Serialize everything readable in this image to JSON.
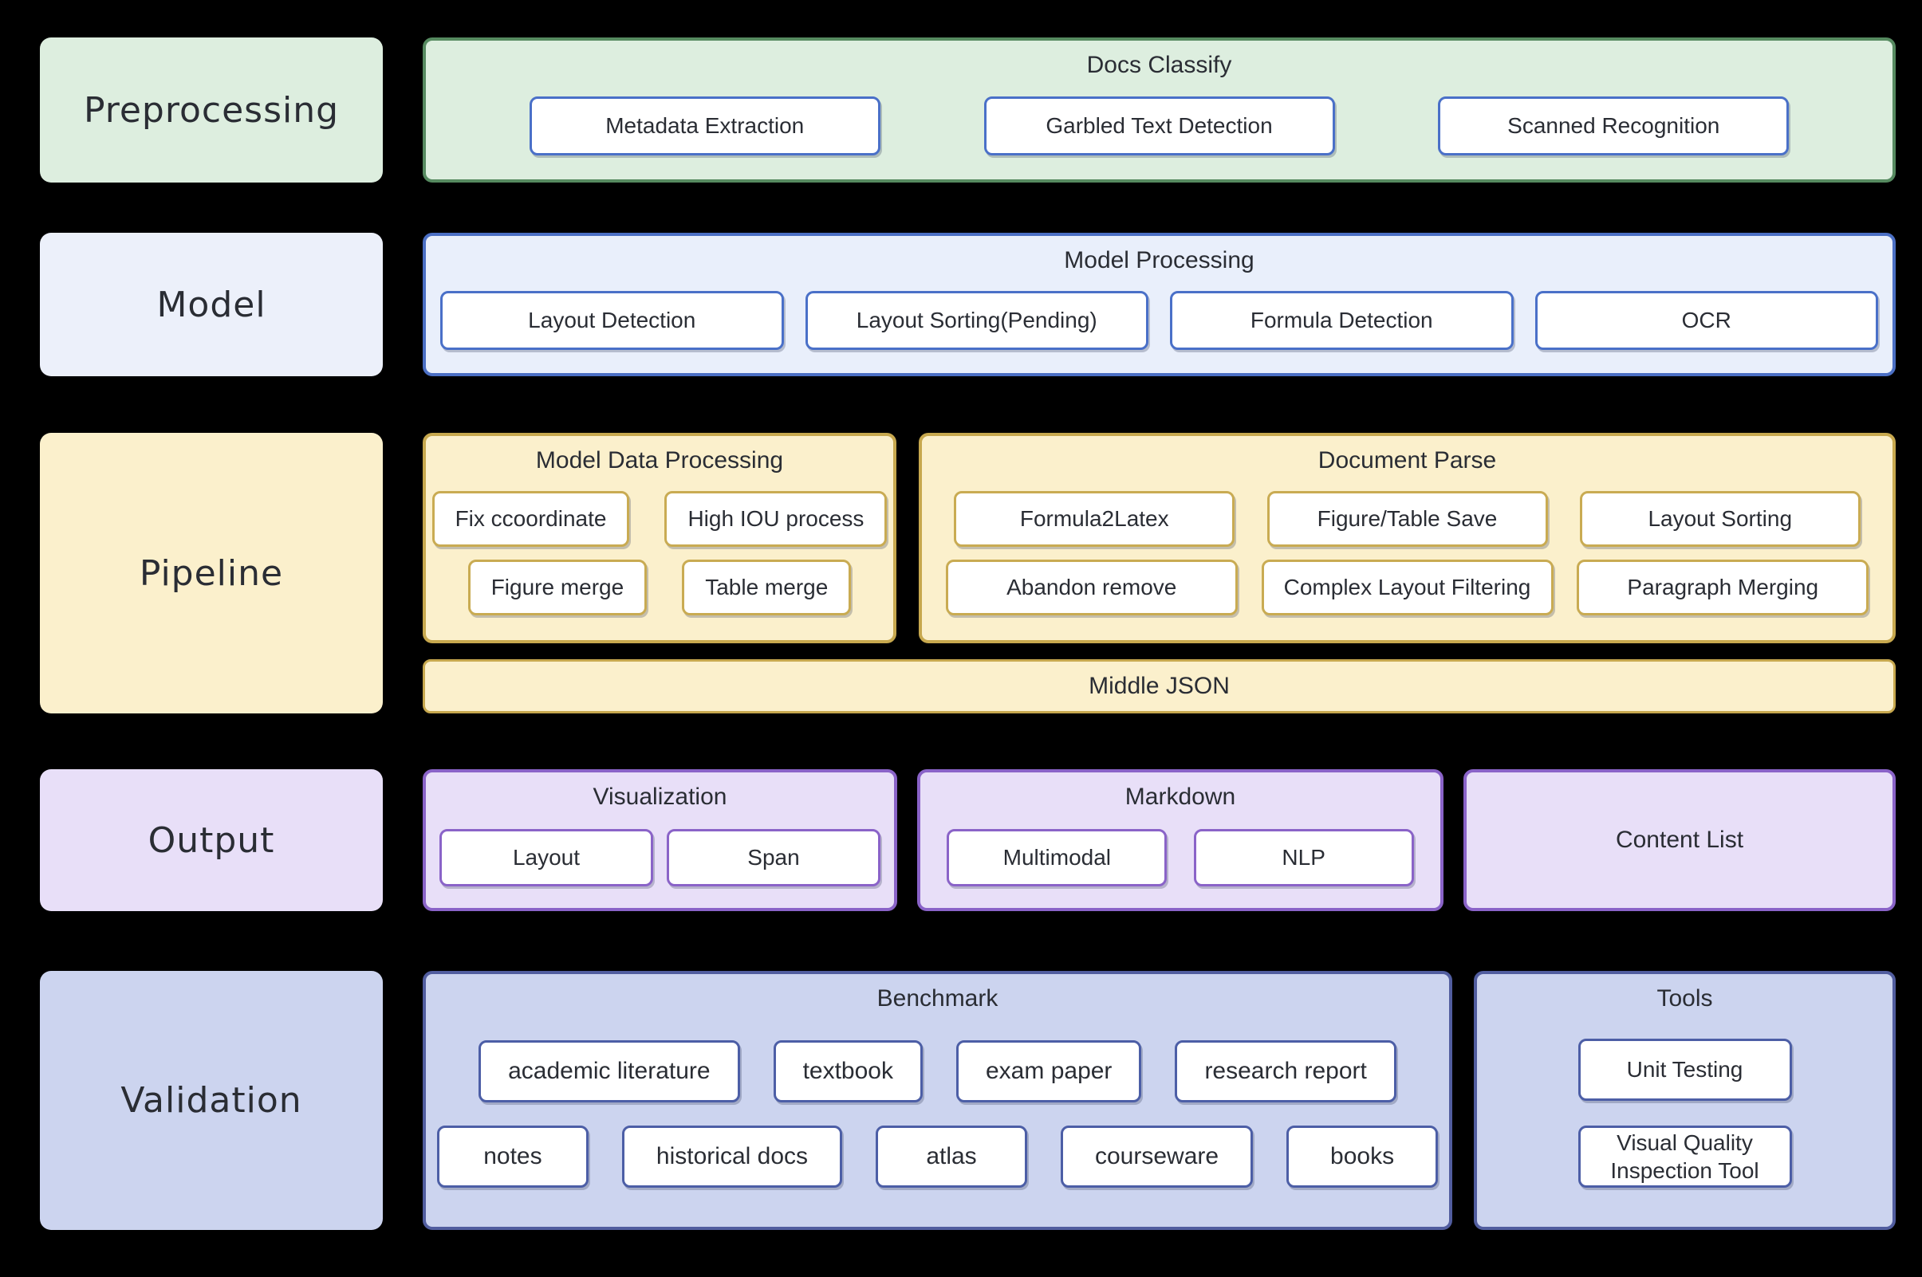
{
  "colors": {
    "page_bg": "#000000",
    "text": "#2a2d34",
    "green_fill": "#ddeedf",
    "green_border": "#568a60",
    "blue_fill": "#e9effb",
    "blue_label_fill": "#ecf0fa",
    "blue_border": "#4b6fc4",
    "yellow_fill": "#fbf0cc",
    "yellow_border": "#c7a84e",
    "purple_fill": "#e8dff8",
    "purple_border": "#8a63c8",
    "indigo_fill": "#ccd4ef",
    "indigo_border": "#515d9f",
    "button_bg": "#ffffff",
    "button_blue_border": "#4a70c8",
    "button_gold_border": "#c9ab52",
    "button_purple_border": "#8a63c8",
    "button_indigo_border": "#4c5ea6"
  },
  "rows": {
    "preprocessing": {
      "label": "Preprocessing",
      "docs_classify": {
        "title": "Docs Classify",
        "buttons": [
          "Metadata Extraction",
          "Garbled Text Detection",
          "Scanned Recognition"
        ]
      }
    },
    "model": {
      "label": "Model",
      "model_processing": {
        "title": "Model Processing",
        "buttons": [
          "Layout Detection",
          "Layout Sorting(Pending)",
          "Formula Detection",
          "OCR"
        ]
      }
    },
    "pipeline": {
      "label": "Pipeline",
      "model_data_processing": {
        "title": "Model Data Processing",
        "row1": [
          "Fix ccoordinate",
          "High IOU process"
        ],
        "row2": [
          "Figure merge",
          "Table merge"
        ]
      },
      "document_parse": {
        "title": "Document Parse",
        "row1": [
          "Formula2Latex",
          "Figure/Table Save",
          "Layout Sorting"
        ],
        "row2": [
          "Abandon remove",
          "Complex Layout Filtering",
          "Paragraph Merging"
        ]
      },
      "middle_json_label": "Middle JSON"
    },
    "output": {
      "label": "Output",
      "visualization": {
        "title": "Visualization",
        "buttons": [
          "Layout",
          "Span"
        ]
      },
      "markdown": {
        "title": "Markdown",
        "buttons": [
          "Multimodal",
          "NLP"
        ]
      },
      "content_list": {
        "title": "Content List"
      }
    },
    "validation": {
      "label": "Validation",
      "benchmark": {
        "title": "Benchmark",
        "row1": [
          "academic literature",
          "textbook",
          "exam paper",
          "research report"
        ],
        "row2": [
          "notes",
          "historical docs",
          "atlas",
          "courseware",
          "books"
        ]
      },
      "tools": {
        "title": "Tools",
        "buttons": [
          "Unit Testing",
          "Visual Quality Inspection Tool"
        ]
      }
    }
  }
}
